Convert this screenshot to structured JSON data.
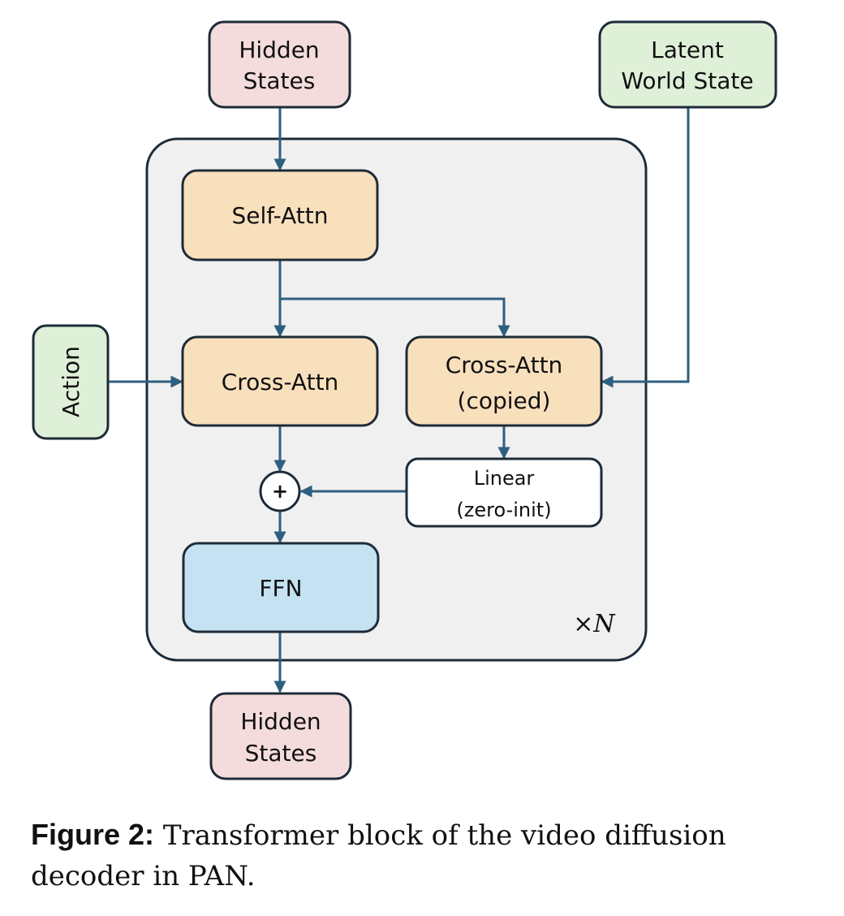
{
  "colors": {
    "hidden_states_fill": "#f5dcdc",
    "world_fill": "#dff0d8",
    "attn_fill": "#f9e0bd",
    "ffn_fill": "#c4e2f2",
    "linear_fill": "#ffffff",
    "block_fill": "#f0f0f0",
    "border": "#1e2b38",
    "arrow": "#2f5f80"
  },
  "nodes": {
    "hidden_in": {
      "line1": "Hidden",
      "line2": "States"
    },
    "latent": {
      "line1": "Latent",
      "line2": "World State"
    },
    "action": {
      "label": "Action"
    },
    "self_attn": {
      "label": "Self-Attn"
    },
    "cross_attn": {
      "label": "Cross-Attn"
    },
    "cross_attn_copied": {
      "line1": "Cross-Attn",
      "line2": "(copied)"
    },
    "linear": {
      "line1": "Linear",
      "line2": "(zero-init)"
    },
    "plus": {
      "label": "+"
    },
    "ffn": {
      "label": "FFN"
    },
    "hidden_out": {
      "line1": "Hidden",
      "line2": "States"
    },
    "repeat": {
      "label": "×N"
    }
  },
  "caption": {
    "label": "Figure 2:",
    "text": " Transformer block of the video diffusion decoder in PAN."
  }
}
